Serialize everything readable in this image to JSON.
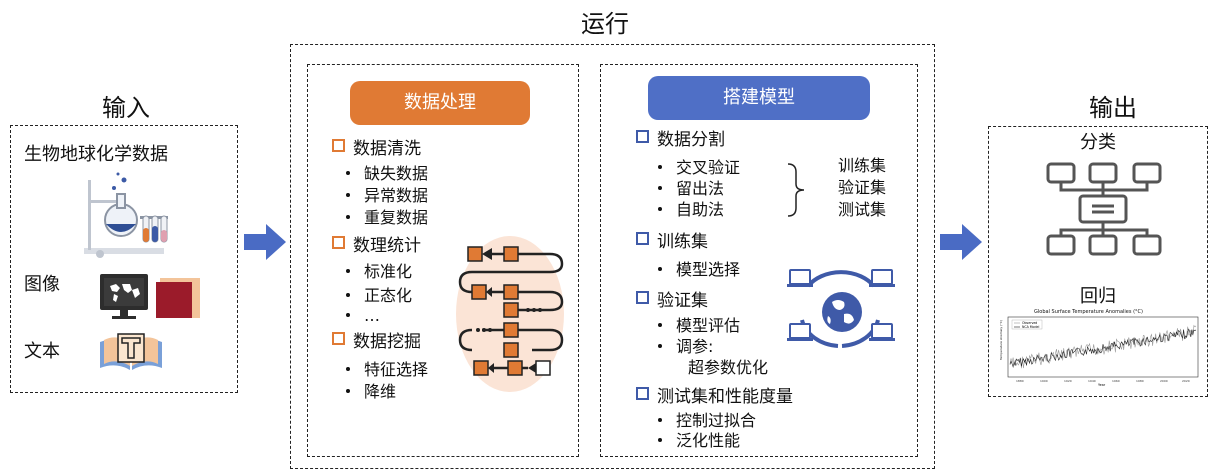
{
  "run_title": "运行",
  "input": {
    "title": "输入",
    "item1": "生物地球化学数据",
    "item2": "图像",
    "item3": "文本"
  },
  "processing": {
    "header": "数据处理",
    "sections": [
      {
        "title": "数据清洗",
        "bullets": [
          "缺失数据",
          "异常数据",
          "重复数据"
        ]
      },
      {
        "title": "数理统计",
        "bullets": [
          "标准化",
          "正态化",
          "…"
        ]
      },
      {
        "title": "数据挖掘",
        "bullets": [
          "特征选择",
          "降维"
        ]
      }
    ]
  },
  "modeling": {
    "header": "搭建模型",
    "split_title": "数据分割",
    "split_methods": [
      "交叉验证",
      "留出法",
      "自助法"
    ],
    "split_sets": [
      "训练集",
      "验证集",
      "测试集"
    ],
    "train_title": "训练集",
    "train_bullets": [
      "模型选择"
    ],
    "valid_title": "验证集",
    "valid_bullets": [
      "模型评估",
      "调参:"
    ],
    "valid_sub": "超参数优化",
    "test_title": "测试集和性能度量",
    "test_bullets": [
      "控制过拟合",
      "泛化性能"
    ]
  },
  "output": {
    "title": "输出",
    "classify": "分类",
    "regress": "回归",
    "chart_title": "Global Surface Temperature Anomalies (°C)",
    "chart_ylabel": "Temperature Anomaly (°C)",
    "chart_xlabel": "Year",
    "legend": [
      "Observed",
      "NCA Model"
    ],
    "x_ticks": [
      "1880",
      "1900",
      "1920",
      "1940",
      "1960",
      "1980",
      "2000",
      "2020"
    ]
  },
  "colors": {
    "orange": "#e07a34",
    "blue": "#4f6fc6",
    "arrow": "#4a6bc4"
  }
}
